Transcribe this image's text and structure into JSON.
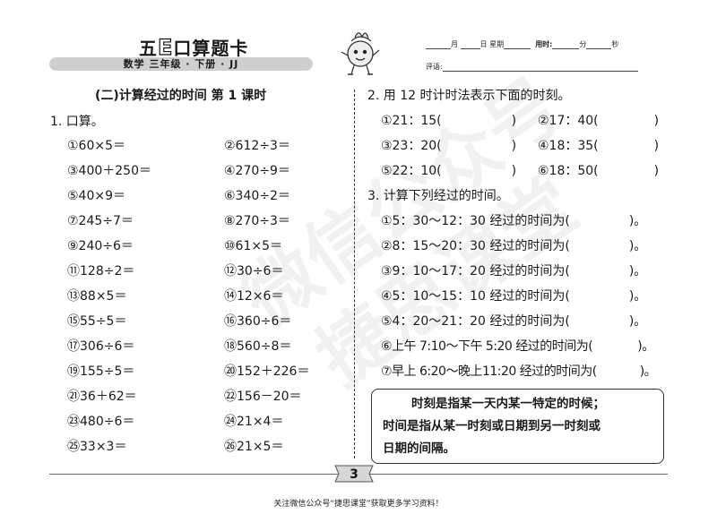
{
  "header": {
    "brand_prefix": "五",
    "brand_e": "E",
    "brand_suffix": "口算题卡",
    "subtitle": "数学  三年级 · 下册 · JJ",
    "meta_month": "月",
    "meta_day": "日",
    "meta_weekday": "星期",
    "meta_time": "用时:",
    "meta_min": "分",
    "meta_sec": "秒",
    "meta_comment": "评语:"
  },
  "watermark": [
    "微信公众号",
    "捷思课堂"
  ],
  "left": {
    "title": "(二)计算经过的时间    第 1 课时",
    "section1": "1. 口算。",
    "items": [
      [
        "①60×5＝",
        "②612÷3＝"
      ],
      [
        "③400＋250＝",
        "④270÷9＝"
      ],
      [
        "⑤40×9＝",
        "⑥340÷2＝"
      ],
      [
        "⑦245÷7＝",
        "⑧270÷3＝"
      ],
      [
        "⑨240÷6＝",
        "⑩61×5＝"
      ],
      [
        "⑪128÷2＝",
        "⑫30÷6＝"
      ],
      [
        "⑬88×5＝",
        "⑭12×6＝"
      ],
      [
        "⑮55÷5＝",
        "⑯360÷6＝"
      ],
      [
        "⑰306÷6＝",
        "⑱560÷8＝"
      ],
      [
        "⑲155÷5＝",
        "⑳152＋226＝"
      ],
      [
        "㉑36＋62＝",
        "㉒156－20＝"
      ],
      [
        "㉓480÷6＝",
        "㉔21×4＝"
      ],
      [
        "㉕33×3＝",
        "㉖21×5＝"
      ]
    ]
  },
  "right": {
    "section2": "2. 用 12 时计时法表示下面的时刻。",
    "times": [
      [
        "①21：15(",
        ")",
        "②17：40(",
        ")"
      ],
      [
        "③23：20(",
        ")",
        "④18：35(",
        ")"
      ],
      [
        "⑤22：10(",
        ")",
        "⑥18：50(",
        ")"
      ]
    ],
    "section3": "3. 计算下列经过的时间。",
    "durations": [
      [
        "①5：30～12：30 经过的时间为(",
        ")。"
      ],
      [
        "②8：15～20：30 经过的时间为(",
        ")。"
      ],
      [
        "③9：10～17：20 经过的时间为(",
        ")。"
      ],
      [
        "④5：10～15：10 经过的时间为(",
        ")。"
      ],
      [
        "⑤4：20～21：20 经过的时间为(",
        ")。"
      ],
      [
        "⑥上午 7:10～下午 5:20 经过的时间为(",
        ")。"
      ],
      [
        "⑦早上 6:20～晚上11:20 经过的时间为(",
        ")。"
      ]
    ],
    "note_line1": "时刻是指某一天内某一特定的时候；",
    "note_line2": "时间是指从某一时刻或日期到另一时刻或",
    "note_line3": "日期的间隔。"
  },
  "footer": {
    "page_number": "3",
    "text": "关注微信公众号“捷思课堂”获取更多学习资料！"
  }
}
